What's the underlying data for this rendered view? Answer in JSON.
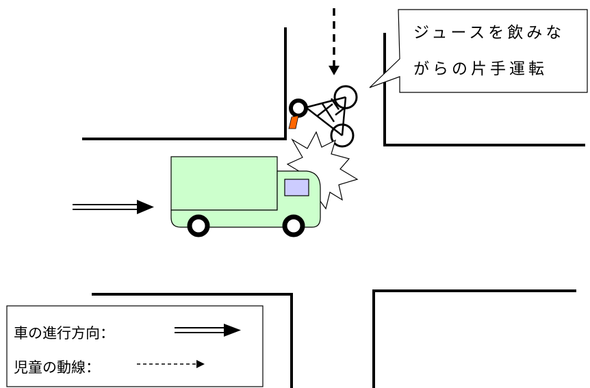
{
  "callout": {
    "line1": "ジュースを飲みな",
    "line2": "がらの片手運転"
  },
  "legend": {
    "car_direction_label": "車の進行方向：",
    "child_path_label": "児童の動線："
  },
  "colors": {
    "truck_fill": "#ccffcc",
    "truck_window": "#ccccff",
    "bicycle_light": "#ff6600",
    "line": "#000000"
  }
}
